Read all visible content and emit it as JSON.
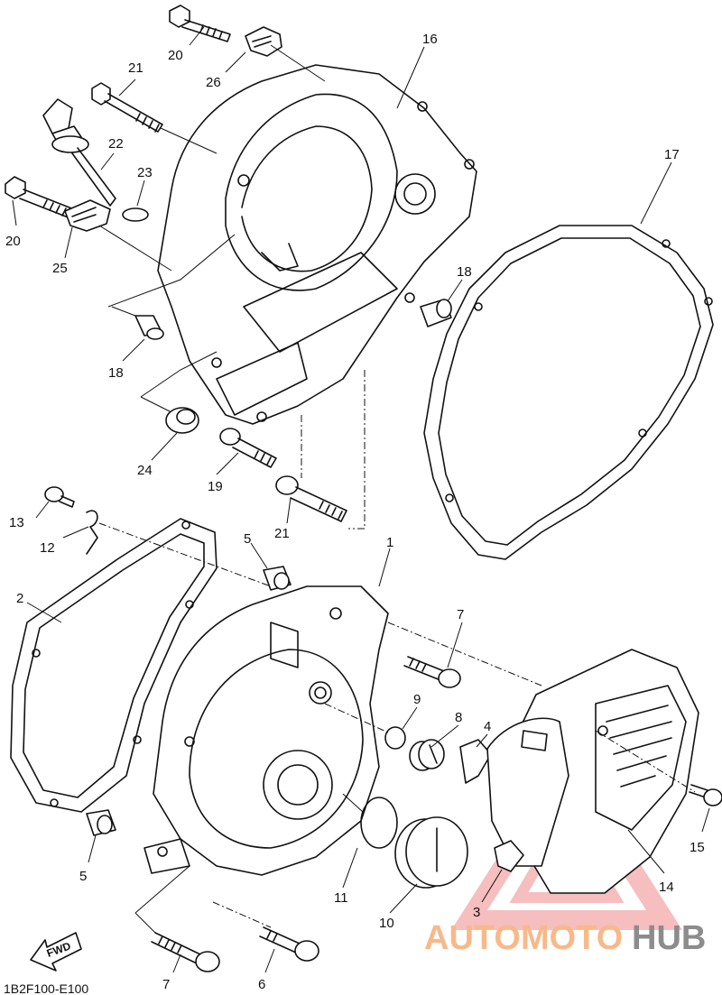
{
  "diagram": {
    "code": "1B2F100-E100",
    "fwd_label": "FWD",
    "callouts": [
      {
        "id": "c20a",
        "text": "20"
      },
      {
        "id": "c26",
        "text": "26"
      },
      {
        "id": "c16",
        "text": "16"
      },
      {
        "id": "c21a",
        "text": "21"
      },
      {
        "id": "c22",
        "text": "22"
      },
      {
        "id": "c23",
        "text": "23"
      },
      {
        "id": "c20b",
        "text": "20"
      },
      {
        "id": "c25",
        "text": "25"
      },
      {
        "id": "c17",
        "text": "17"
      },
      {
        "id": "c18a",
        "text": "18"
      },
      {
        "id": "c18b",
        "text": "18"
      },
      {
        "id": "c24",
        "text": "24"
      },
      {
        "id": "c19",
        "text": "19"
      },
      {
        "id": "c21b",
        "text": "21"
      },
      {
        "id": "c13",
        "text": "13"
      },
      {
        "id": "c12",
        "text": "12"
      },
      {
        "id": "c2",
        "text": "2"
      },
      {
        "id": "c5a",
        "text": "5"
      },
      {
        "id": "c1",
        "text": "1"
      },
      {
        "id": "c7a",
        "text": "7"
      },
      {
        "id": "c9",
        "text": "9"
      },
      {
        "id": "c8",
        "text": "8"
      },
      {
        "id": "c4",
        "text": "4"
      },
      {
        "id": "c15",
        "text": "15"
      },
      {
        "id": "c14",
        "text": "14"
      },
      {
        "id": "c5b",
        "text": "5"
      },
      {
        "id": "c11",
        "text": "11"
      },
      {
        "id": "c10",
        "text": "10"
      },
      {
        "id": "c3",
        "text": "3"
      },
      {
        "id": "c7b",
        "text": "7"
      },
      {
        "id": "c6",
        "text": "6"
      }
    ]
  },
  "watermark": {
    "part1": "AUTOMOTO",
    "part2": "HUB",
    "color1": "#f7b98a",
    "color2": "#8c8c8c",
    "triangle_color": "#f08a8a"
  }
}
